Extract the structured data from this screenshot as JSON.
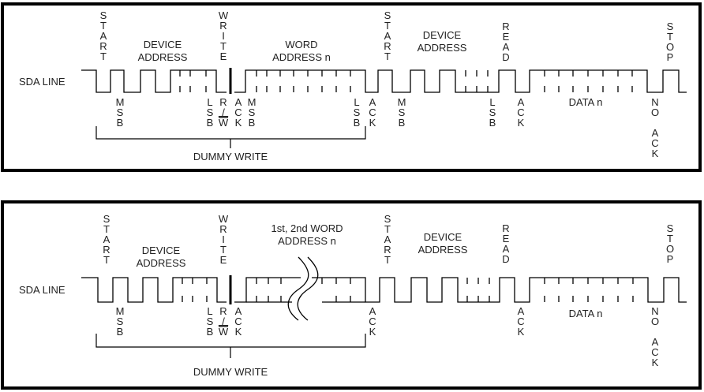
{
  "panels": [
    {
      "id": "top",
      "line_label": "SDA LINE",
      "start_label": "START",
      "write_label": "WRITE",
      "read_label": "READ",
      "stop_label": "STOP",
      "device_address_label": "DEVICE\nADDRESS",
      "word_address_label": "WORD\nADDRESS n",
      "data_label": "DATA n",
      "dummy_write_label": "DUMMY WRITE",
      "below_labels": [
        {
          "key": "msb1",
          "text": "MSB"
        },
        {
          "key": "lsb1",
          "text": "LSB"
        },
        {
          "key": "rw",
          "text": "R/W"
        },
        {
          "key": "ack1",
          "text": "ACK"
        },
        {
          "key": "msb2",
          "text": "MSB"
        },
        {
          "key": "lsb2",
          "text": "LSB"
        },
        {
          "key": "ack2",
          "text": "ACK"
        },
        {
          "key": "msb3",
          "text": "MSB"
        },
        {
          "key": "lsb3",
          "text": "LSB"
        },
        {
          "key": "ack3",
          "text": "ACK"
        },
        {
          "key": "noack",
          "text": "NO\nACK"
        }
      ]
    },
    {
      "id": "bottom",
      "line_label": "SDA LINE",
      "start_label": "START",
      "write_label": "WRITE",
      "read_label": "READ",
      "stop_label": "STOP",
      "device_address_label": "DEVICE\nADDRESS",
      "word_address_label": "1st, 2nd WORD\nADDRESS n",
      "data_label": "DATA n",
      "dummy_write_label": "DUMMY WRITE",
      "below_labels": [
        {
          "key": "msb1",
          "text": "MSB"
        },
        {
          "key": "lsb1",
          "text": "LSB"
        },
        {
          "key": "rw",
          "text": "R/W"
        },
        {
          "key": "ack1",
          "text": "ACK"
        },
        {
          "key": "ack2",
          "text": "ACK"
        },
        {
          "key": "ack3",
          "text": "ACK"
        },
        {
          "key": "noack",
          "text": "NO\nACK"
        }
      ]
    }
  ]
}
